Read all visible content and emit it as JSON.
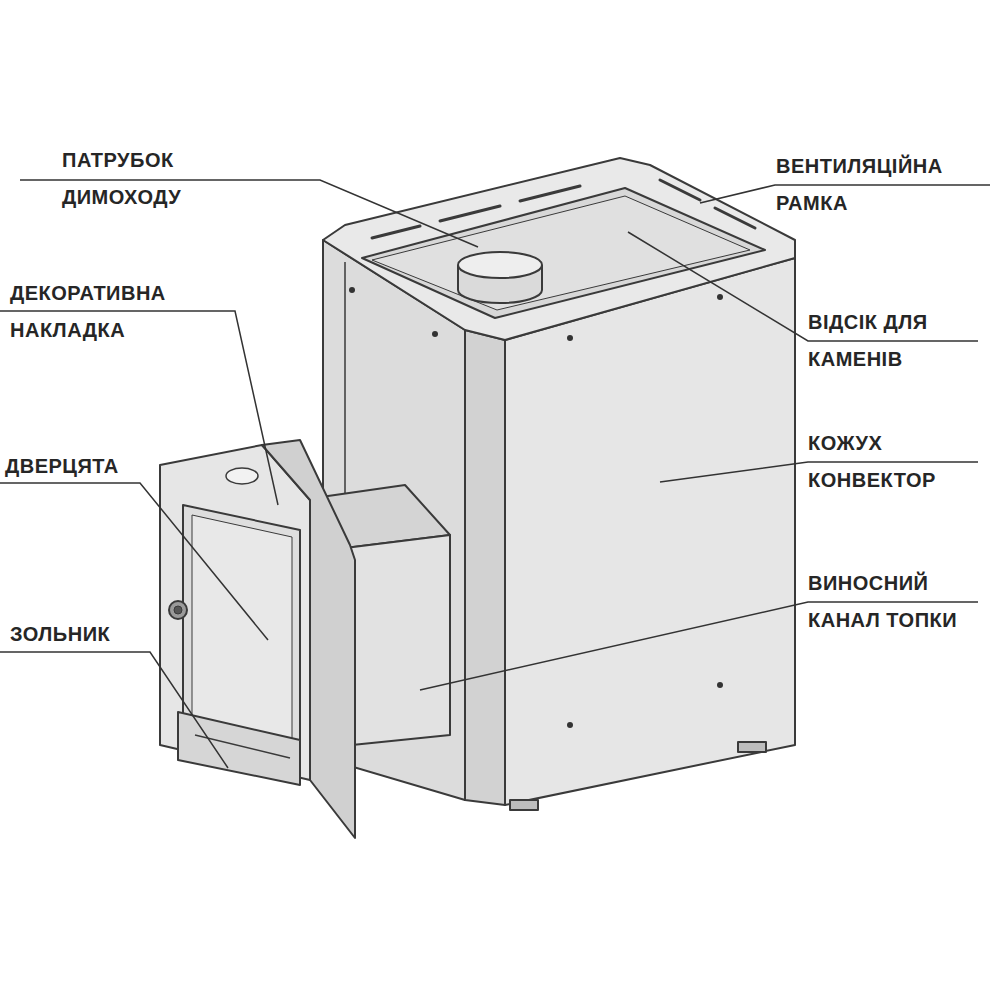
{
  "diagram": {
    "labels": [
      "ПАТРУБОК ДИМОХОДУ",
      "ВЕНТИЛЯЦІЙНА РАМКА",
      "ДЕКОРАТИВНА НАКЛАДКА",
      "ВІДСІК ДЛЯ КАМЕНІВ",
      "ДВЕРЦЯТА",
      "КОЖУХ КОНВЕКТОР",
      "ВИНОСНИЙ КАНАЛ ТОПКИ",
      "ЗОЛЬНИК"
    ]
  }
}
